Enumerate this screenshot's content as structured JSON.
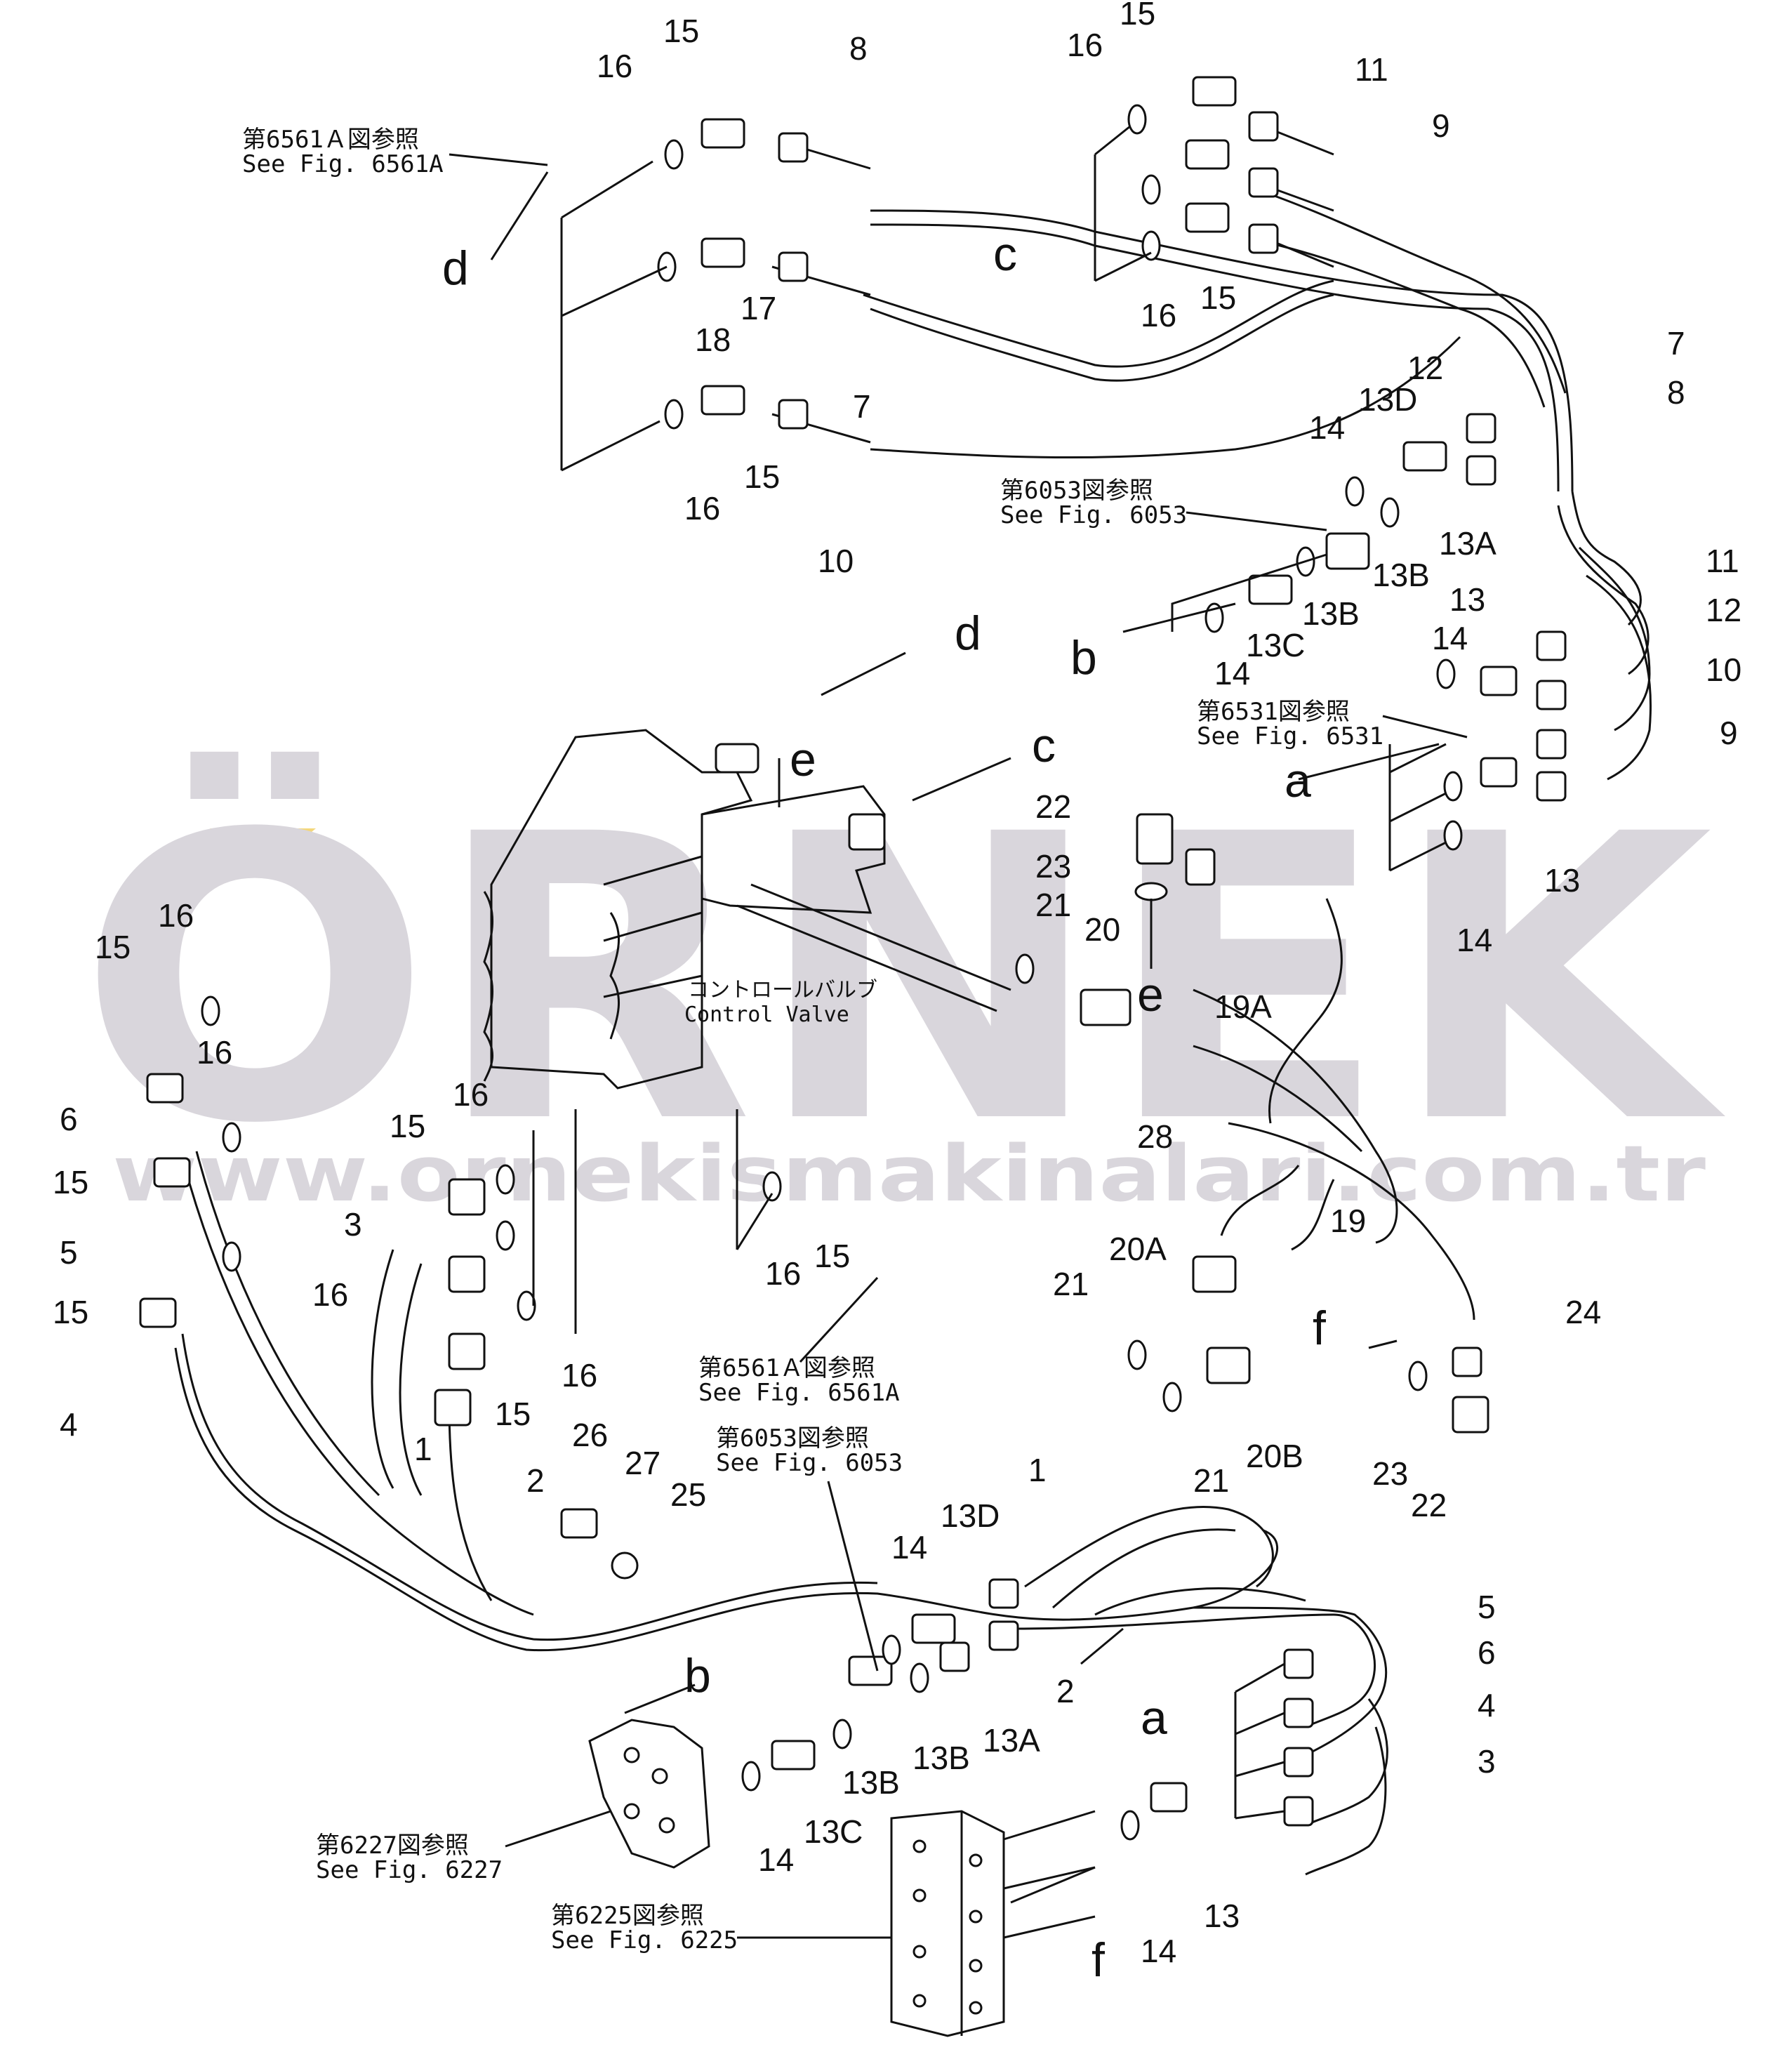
{
  "watermark": {
    "brand": "ÖRNEK",
    "url": "www.ornekismakinalari.com.tr",
    "color_text": "#d9d6dc",
    "color_accent": "#f4d77a"
  },
  "references": [
    {
      "jp": "第6561Ａ図参照",
      "en": "See  Fig. 6561A"
    },
    {
      "jp": "第6053図参照",
      "en": "See  Fig. 6053"
    },
    {
      "jp": "第6531図参照",
      "en": "See  Fig. 6531"
    },
    {
      "jp": "第6561Ａ図参照",
      "en": "See  Fig. 6561A"
    },
    {
      "jp": "第6053図参照",
      "en": "See  Fig. 6053"
    },
    {
      "jp": "第6227図参照",
      "en": "See  Fig. 6227"
    },
    {
      "jp": "第6225図参照",
      "en": "See  Fig. 6225"
    }
  ],
  "control_valve": {
    "jp": "コントロールバルブ",
    "en": "Control  Valve"
  },
  "connection_letters": [
    "d",
    "c",
    "b",
    "a",
    "d",
    "e",
    "c",
    "e",
    "f",
    "b",
    "a",
    "f"
  ],
  "part_numbers": [
    "16",
    "15",
    "8",
    "16",
    "15",
    "11",
    "9",
    "15",
    "16",
    "17",
    "18",
    "7",
    "16",
    "15",
    "12",
    "7",
    "8",
    "16",
    "15",
    "10",
    "14",
    "13D",
    "13A",
    "13B",
    "13B",
    "13C",
    "14",
    "11",
    "12",
    "10",
    "9",
    "13",
    "14",
    "13",
    "14",
    "22",
    "23",
    "21",
    "20",
    "19A",
    "16",
    "15",
    "16",
    "6",
    "15",
    "5",
    "15",
    "4",
    "16",
    "15",
    "16",
    "3",
    "16",
    "1",
    "15",
    "2",
    "28",
    "20A",
    "19",
    "21",
    "24",
    "16",
    "15",
    "26",
    "27",
    "25",
    "20B",
    "23",
    "21",
    "22",
    "1",
    "13D",
    "14",
    "2",
    "13A",
    "13B",
    "13B",
    "5",
    "6",
    "4",
    "3",
    "13C",
    "14",
    "13",
    "14"
  ]
}
